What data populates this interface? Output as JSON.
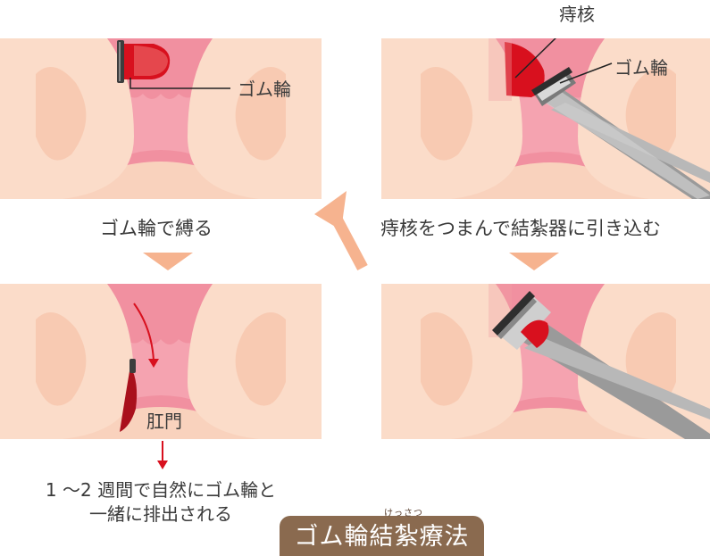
{
  "labels": {
    "hemorrhoid": "痔核",
    "rubber_band_top": "ゴム輪",
    "rubber_band_left": "ゴム輪",
    "anus": "肛門"
  },
  "captions": {
    "step_grab": "痔核をつまんで結紮器に引き込む",
    "step_bind": "ゴム輪で縛る",
    "step_result_line1": "1 ～2 週間で自然にゴム輪と",
    "step_result_line2": "一緒に排出される"
  },
  "title": {
    "main": "ゴム輪結紮療法",
    "ruby": "けっさつ"
  },
  "colors": {
    "skin": "#f9d2bd",
    "skin_light": "#fbe2d3",
    "mucosa": "#f190a0",
    "mucosa_light": "#f7b0bc",
    "hemorrhoid": "#d8101e",
    "arrow": "#f6b38f",
    "title_bg": "#8a6a4f"
  }
}
